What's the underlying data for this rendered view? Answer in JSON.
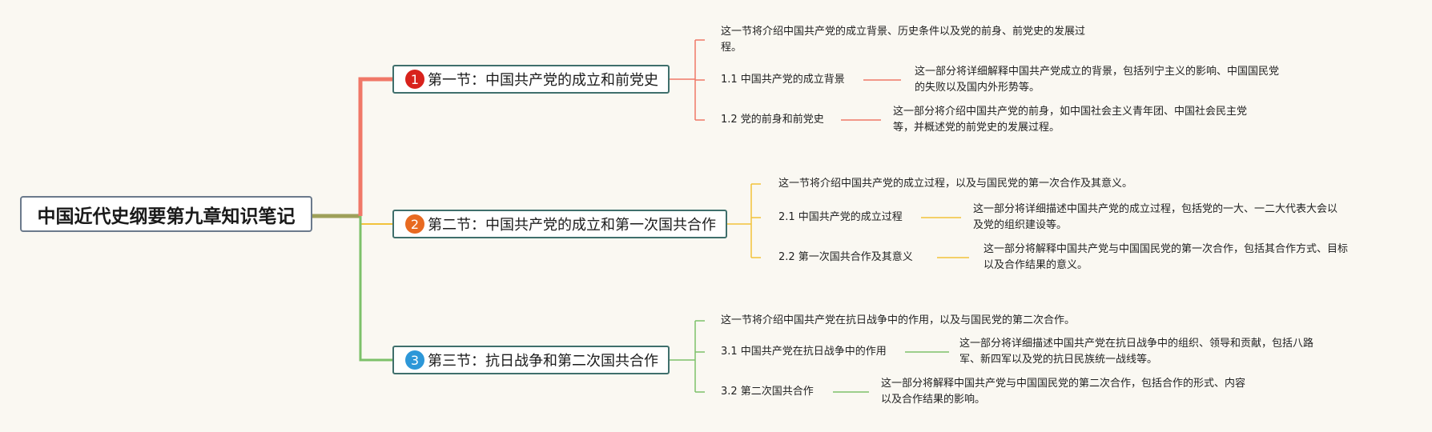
{
  "root": {
    "title": "中国近代史纲要第九章知识笔记"
  },
  "colors": {
    "section1_branch": "#f07868",
    "section2_branch": "#f2c33b",
    "section3_branch": "#7cc16a",
    "root_connector": "#9ea05a",
    "badge1": "#d8221c",
    "badge2": "#e86a21",
    "badge3": "#2d97d8"
  },
  "sections": [
    {
      "number": "1",
      "title": "第一节：中国共产党的成立和前党史",
      "intro_lines": [
        "这一节将介绍中国共产党的成立背景、历史条件以及党的前身、前党史的发展过",
        "程。"
      ],
      "subs": [
        {
          "label": "1.1 中国共产党的成立背景",
          "desc_lines": [
            "这一部分将详细解释中国共产党成立的背景，包括列宁主义的影响、中国国民党",
            "的失败以及国内外形势等。"
          ]
        },
        {
          "label": "1.2 党的前身和前党史",
          "desc_lines": [
            "这一部分将介绍中国共产党的前身，如中国社会主义青年团、中国社会民主党",
            "等，并概述党的前党史的发展过程。"
          ]
        }
      ]
    },
    {
      "number": "2",
      "title": "第二节：中国共产党的成立和第一次国共合作",
      "intro_lines": [
        "这一节将介绍中国共产党的成立过程，以及与国民党的第一次合作及其意义。"
      ],
      "subs": [
        {
          "label": "2.1 中国共产党的成立过程",
          "desc_lines": [
            "这一部分将详细描述中国共产党的成立过程，包括党的一大、一二大代表大会以",
            "及党的组织建设等。"
          ]
        },
        {
          "label": "2.2 第一次国共合作及其意义",
          "desc_lines": [
            "这一部分将解释中国共产党与中国国民党的第一次合作，包括其合作方式、目标",
            "以及合作结果的意义。"
          ]
        }
      ]
    },
    {
      "number": "3",
      "title": "第三节：抗日战争和第二次国共合作",
      "intro_lines": [
        "这一节将介绍中国共产党在抗日战争中的作用，以及与国民党的第二次合作。"
      ],
      "subs": [
        {
          "label": "3.1 中国共产党在抗日战争中的作用",
          "desc_lines": [
            "这一部分将详细描述中国共产党在抗日战争中的组织、领导和贡献，包括八路",
            "军、新四军以及党的抗日民族统一战线等。"
          ]
        },
        {
          "label": "3.2 第二次国共合作",
          "desc_lines": [
            "这一部分将解释中国共产党与中国国民党的第二次合作，包括合作的形式、内容",
            "以及合作结果的影响。"
          ]
        }
      ]
    }
  ]
}
